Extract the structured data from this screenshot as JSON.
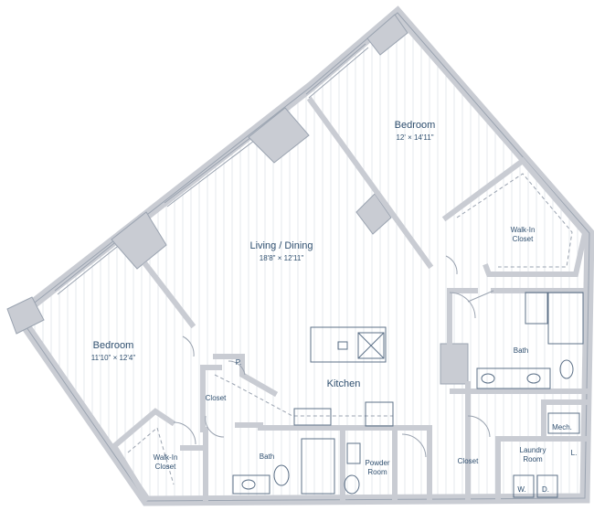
{
  "colors": {
    "wall": "#c9ccd3",
    "wall_edge": "#9aa3b0",
    "floor_line": "#d6dbe2",
    "fixture": "#5c7087",
    "text": "#2f4f6f"
  },
  "rooms": {
    "bedroom_main": {
      "name": "Bedroom",
      "dims": "12' × 14'11\""
    },
    "living_dining": {
      "name": "Living / Dining",
      "dims": "18'8\" × 12'11\""
    },
    "bedroom_left": {
      "name": "Bedroom",
      "dims": "11'10\" × 12'4\""
    },
    "walkin_top": {
      "name_l1": "Walk-In",
      "name_l2": "Closet"
    },
    "walkin_left": {
      "name_l1": "Walk-In",
      "name_l2": "Closet"
    },
    "bath_right": {
      "name": "Bath"
    },
    "bath_left": {
      "name": "Bath"
    },
    "kitchen": {
      "name": "Kitchen"
    },
    "pantry": {
      "name": "P."
    },
    "closet_left": {
      "name": "Closet"
    },
    "powder": {
      "name_l1": "Powder",
      "name_l2": "Room"
    },
    "closet_mid": {
      "name": "Closet"
    },
    "laundry": {
      "name_l1": "Laundry",
      "name_l2": "Room"
    },
    "mech": {
      "name": "Mech."
    },
    "linen": {
      "name": "L."
    },
    "washer": {
      "name": "W."
    },
    "dryer": {
      "name": "D."
    }
  }
}
